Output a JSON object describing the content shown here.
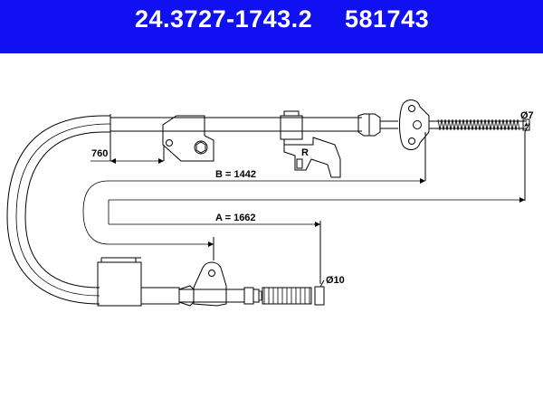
{
  "header": {
    "part_number": "24.3727-1743.2",
    "ref_number": "581743",
    "background_color": "#1010f0",
    "text_color": "#ffffff"
  },
  "dimensions": {
    "dim_760": "760",
    "dim_b": "B = 1442",
    "dim_a": "A = 1662",
    "dia_7": "Ø7",
    "dia_10": "Ø10",
    "side_marker": "R"
  }
}
